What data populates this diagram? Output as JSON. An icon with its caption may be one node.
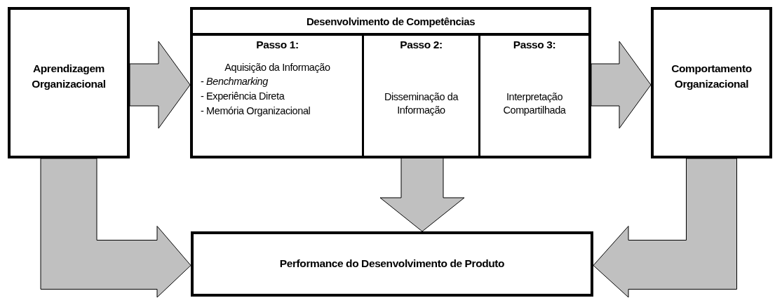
{
  "diagram": {
    "nodes": [
      {
        "text": [
          "Aprendizagem Organizacional"
        ]
      },
      {
        "text": [
          "Desenvolvimento de Competências"
        ]
      },
      {
        "text": [
          "Passo 1:",
          "Aquisição da Informação",
          "- *Benchmarking*",
          "- Experiência Direta",
          "- Memória Organizacional"
        ],
        "in": 1
      },
      {
        "text": [
          "Passo 2:",
          "Disseminação da Informação"
        ],
        "in": 1
      },
      {
        "text": [
          "Passo 3:",
          "Interpretação Compartilhada"
        ],
        "in": 1
      },
      {
        "text": [
          "Comportamento Organizacional"
        ]
      },
      {
        "text": [
          "Performance do Desenvolvimento de Produto"
        ]
      }
    ],
    "edges": [
      {
        "from": 0,
        "to": 1,
        "arrow": "to"
      },
      {
        "from": 1,
        "to": 5,
        "arrow": "to"
      },
      {
        "from": 0,
        "to": 6,
        "arrow": "to"
      },
      {
        "from": 3,
        "to": 6,
        "arrow": "to"
      },
      {
        "from": 5,
        "to": 6,
        "arrow": "to"
      }
    ]
  }
}
